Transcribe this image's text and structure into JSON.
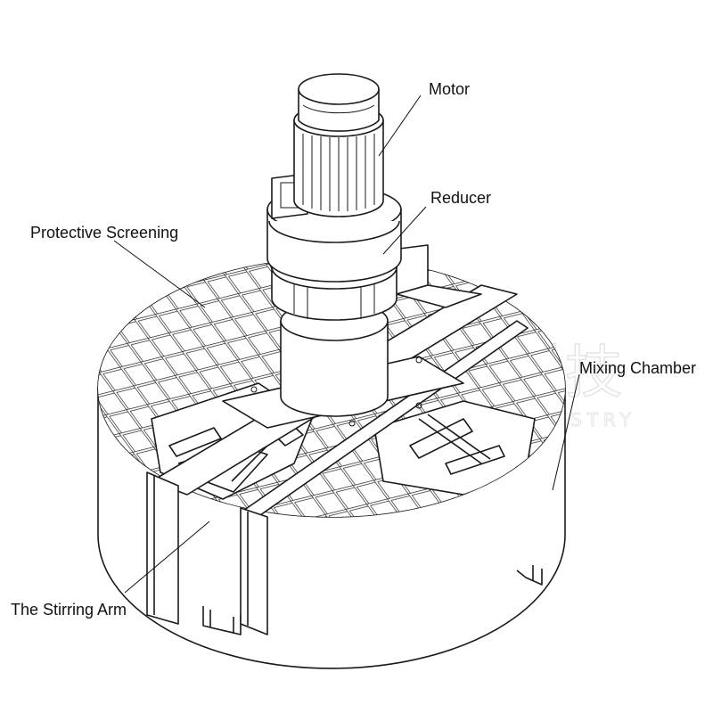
{
  "labels": {
    "motor": "Motor",
    "reducer": "Reducer",
    "protective_screening": "Protective Screening",
    "mixing_chamber": "Mixing Chamber",
    "stirring_arm": "The Stirring Arm"
  },
  "watermark": {
    "text": "科技",
    "subtext": "STRY"
  },
  "colors": {
    "line": "#1a1a1a",
    "background": "#ffffff",
    "watermark": "#e8e8e8"
  }
}
